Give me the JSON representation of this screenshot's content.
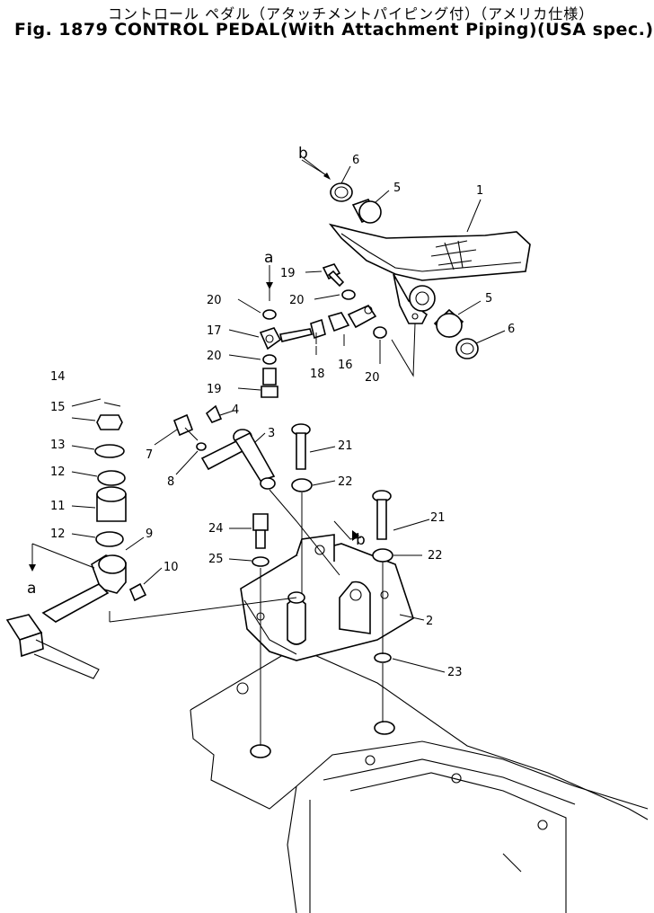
{
  "title": {
    "japanese": "コントロール ペダル（アタッチメントパイピング付）（アメリカ仕様）",
    "english": "Fig. 1879 CONTROL PEDAL(With Attachment Piping)(USA spec.)"
  },
  "callouts": [
    {
      "id": "c1",
      "label": "1"
    },
    {
      "id": "c2",
      "label": "2"
    },
    {
      "id": "c3",
      "label": "3"
    },
    {
      "id": "c4",
      "label": "4"
    },
    {
      "id": "c5a",
      "label": "5"
    },
    {
      "id": "c5b",
      "label": "5"
    },
    {
      "id": "c6a",
      "label": "6"
    },
    {
      "id": "c6b",
      "label": "6"
    },
    {
      "id": "c7",
      "label": "7"
    },
    {
      "id": "c8",
      "label": "8"
    },
    {
      "id": "c9",
      "label": "9"
    },
    {
      "id": "c10",
      "label": "10"
    },
    {
      "id": "c11",
      "label": "11"
    },
    {
      "id": "c12a",
      "label": "12"
    },
    {
      "id": "c12b",
      "label": "12"
    },
    {
      "id": "c13",
      "label": "13"
    },
    {
      "id": "c14",
      "label": "14"
    },
    {
      "id": "c15",
      "label": "15"
    },
    {
      "id": "c16",
      "label": "16"
    },
    {
      "id": "c17",
      "label": "17"
    },
    {
      "id": "c18",
      "label": "18"
    },
    {
      "id": "c19a",
      "label": "19"
    },
    {
      "id": "c19b",
      "label": "19"
    },
    {
      "id": "c20a",
      "label": "20"
    },
    {
      "id": "c20b",
      "label": "20"
    },
    {
      "id": "c20c",
      "label": "20"
    },
    {
      "id": "c20d",
      "label": "20"
    },
    {
      "id": "c21a",
      "label": "21"
    },
    {
      "id": "c21b",
      "label": "21"
    },
    {
      "id": "c22a",
      "label": "22"
    },
    {
      "id": "c22b",
      "label": "22"
    },
    {
      "id": "c23",
      "label": "23"
    },
    {
      "id": "c24",
      "label": "24"
    },
    {
      "id": "c25",
      "label": "25"
    }
  ],
  "reference_marks": [
    {
      "id": "a1",
      "label": "a"
    },
    {
      "id": "a2",
      "label": "a"
    },
    {
      "id": "b1",
      "label": "b"
    },
    {
      "id": "b2",
      "label": "b"
    }
  ]
}
